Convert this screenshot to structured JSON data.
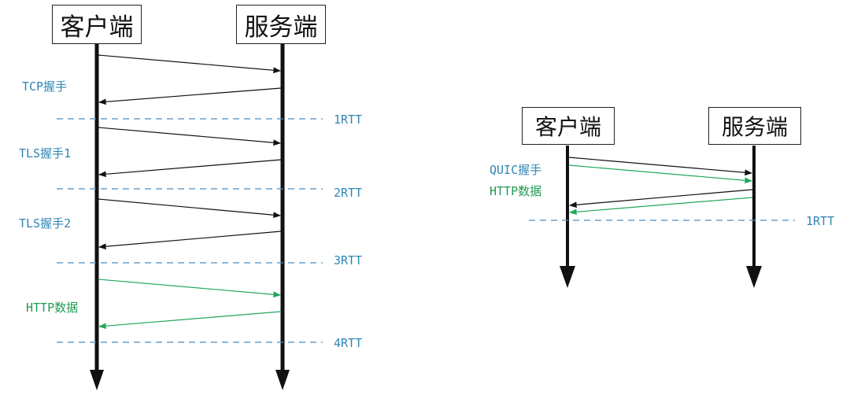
{
  "colors": {
    "label_blue": "#2f86b3",
    "label_green": "#1f9a52",
    "dash_blue": "#4a8cc0",
    "arrow_black": "#111111",
    "arrow_green": "#22a85a"
  },
  "left": {
    "client": "客户端",
    "server": "服务端",
    "phases": [
      {
        "label": "TCP握手",
        "kind": "blue"
      },
      {
        "label": "TLS握手1",
        "kind": "blue"
      },
      {
        "label": "TLS握手2",
        "kind": "blue"
      },
      {
        "label": "HTTP数据",
        "kind": "green"
      }
    ],
    "rtt": [
      "1RTT",
      "2RTT",
      "3RTT",
      "4RTT"
    ]
  },
  "right": {
    "client": "客户端",
    "server": "服务端",
    "labels": [
      {
        "label": "QUIC握手",
        "kind": "blue"
      },
      {
        "label": "HTTP数据",
        "kind": "green"
      }
    ],
    "rtt": [
      "1RTT"
    ]
  }
}
